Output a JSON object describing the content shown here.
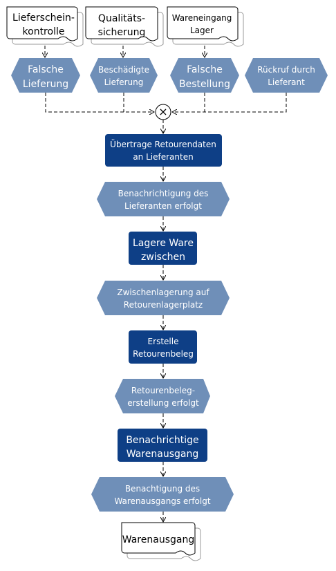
{
  "colors": {
    "event_fill": "#6f8fb8",
    "function_fill": "#0e3f86",
    "document_fill": "#ffffff",
    "stroke": "#000000"
  },
  "documents": {
    "lieferscheinkontrolle": [
      "Lieferschein-",
      "kontrolle"
    ],
    "qualitaetssicherung": [
      "Qualitäts-",
      "sicherung"
    ],
    "wareneingang_lager": [
      "Wareneingang",
      "Lager"
    ],
    "warenausgang": [
      "Warenausgang"
    ]
  },
  "events": {
    "falsche_lieferung": [
      "Falsche",
      "Lieferung"
    ],
    "beschaedigte_lieferung": [
      "Beschädigte",
      "Lieferung"
    ],
    "falsche_bestellung": [
      "Falsche",
      "Bestellung"
    ],
    "rueckruf_durch_lieferant": [
      "Rückruf durch",
      "Lieferant"
    ],
    "benachrichtigung_lieferanten": [
      "Benachrichtigung des",
      "Lieferanten erfolgt"
    ],
    "zwischenlagerung": [
      "Zwischenlagerung auf",
      "Retourenlagerplatz"
    ],
    "retourenbeleg_erstellt": [
      "Retourenbeleg-",
      "erstellung erfolgt"
    ],
    "benachrichtigung_warenausgang": [
      "Benachtigung des",
      "Warenausgangs erfolgt"
    ]
  },
  "functions": {
    "uebertrage_retourendaten": [
      "Übertrage Retourendaten",
      "an Lieferanten"
    ],
    "lagere_ware": [
      "Lagere Ware",
      "zwischen"
    ],
    "erstelle_retourenbeleg": [
      "Erstelle",
      "Retourenbeleg"
    ],
    "benachrichtige_warenausgang": [
      "Benachrichtige",
      "Warenausgang"
    ]
  },
  "connector": {
    "type": "XOR",
    "symbol": "×"
  }
}
